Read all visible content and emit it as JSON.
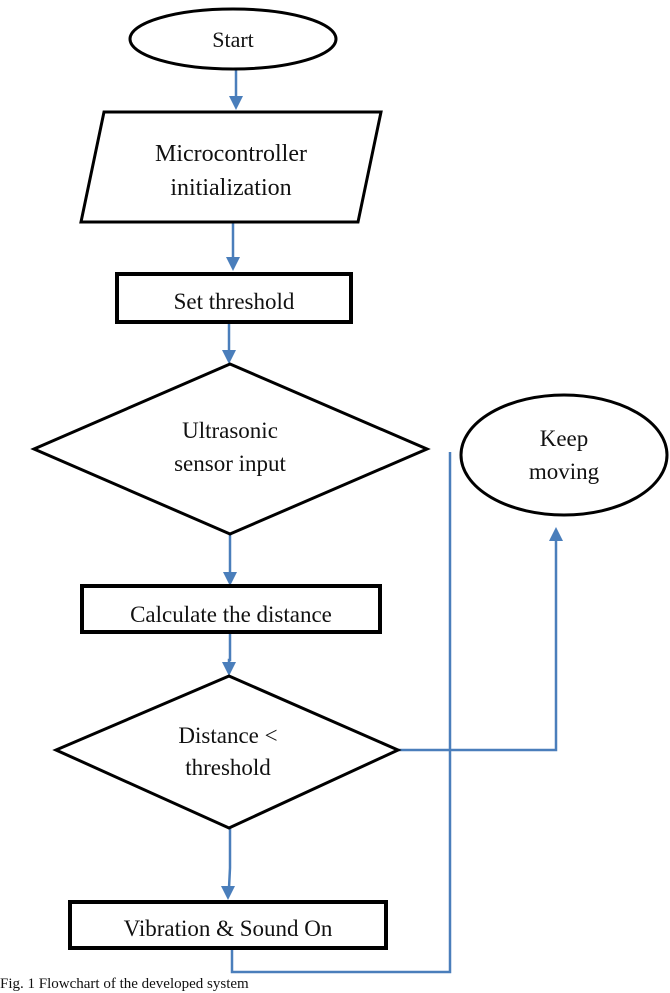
{
  "nodes": {
    "start": {
      "label": "Start"
    },
    "init": {
      "lines": [
        "Microcontroller",
        "initialization"
      ]
    },
    "threshold": {
      "label": "Set threshold"
    },
    "sensor": {
      "lines": [
        "Ultrasonic",
        "sensor input"
      ]
    },
    "calculate": {
      "label": "Calculate the distance"
    },
    "decision": {
      "lines": [
        "Distance <",
        "threshold"
      ]
    },
    "alert": {
      "label": "Vibration & Sound On"
    },
    "keep_moving": {
      "lines": [
        "Keep",
        "moving"
      ]
    }
  },
  "caption": "Fig. 1 Flowchart of the developed system",
  "colors": {
    "connector": "#4a7ebb",
    "shape_stroke": "#000000"
  }
}
